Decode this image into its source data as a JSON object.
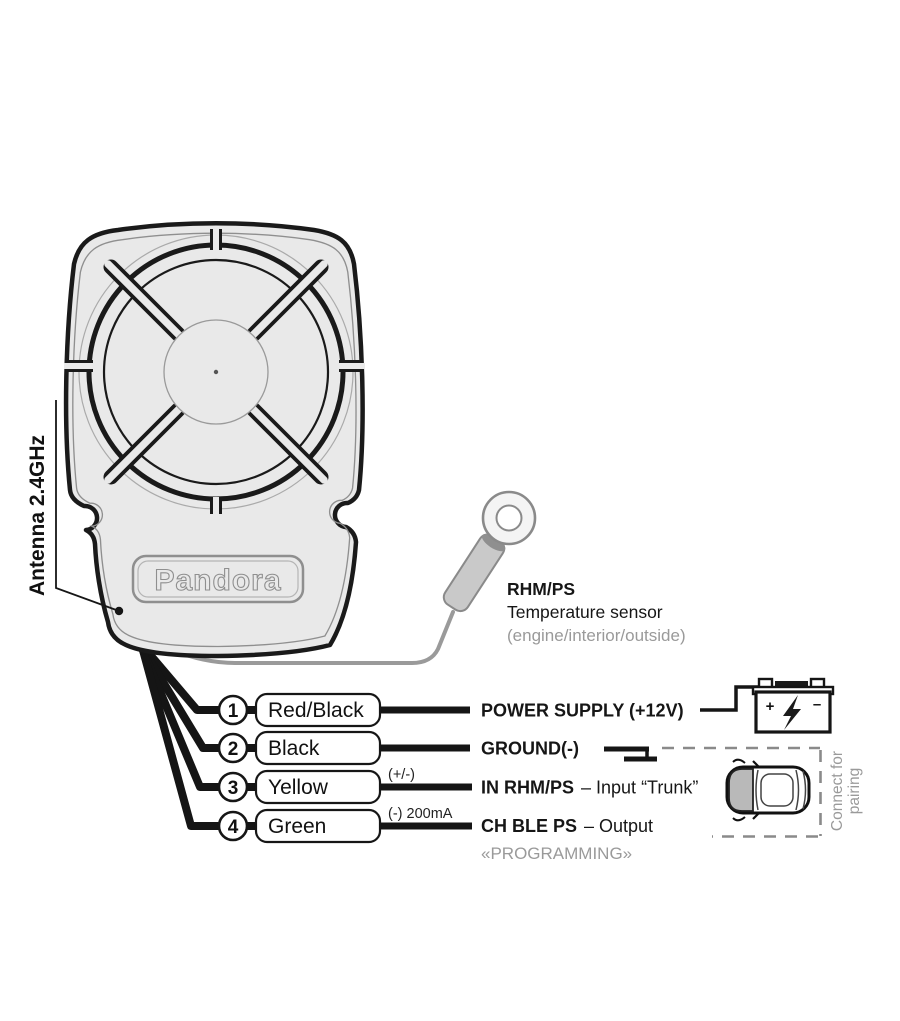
{
  "device": {
    "logo": "Pandora",
    "antenna_label": "Antenna 2.4GHz"
  },
  "sensor": {
    "name": "RHM/PS",
    "type": "Temperature sensor",
    "note": "(engine/interior/outside)"
  },
  "wires": [
    {
      "number": "1",
      "color": "Red/Black",
      "tag": "",
      "label_bold": "POWER SUPPLY (+12V)",
      "label_rest": "",
      "note": ""
    },
    {
      "number": "2",
      "color": "Black",
      "tag": "",
      "label_bold": "GROUND(-)",
      "label_rest": "",
      "note": ""
    },
    {
      "number": "3",
      "color": "Yellow",
      "tag": "(+/-)",
      "label_bold": "IN RHM/PS",
      "label_rest": "– Input “Trunk”",
      "note": ""
    },
    {
      "number": "4",
      "color": "Green",
      "tag": "(-) 200mA",
      "label_bold": "CH BLE PS",
      "label_rest": "– Output",
      "note": "«PROGRAMMING»"
    }
  ],
  "pairing_box": {
    "line1": "Connect for",
    "line2": "pairing"
  },
  "battery": {
    "plus": "+",
    "minus": "–"
  },
  "colors": {
    "ink": "#1a1a1a",
    "device_fill": "#e9e9e9",
    "grey_text": "#9a9a9a",
    "wire_grey": "#999999",
    "dash": "#8a8a8a"
  }
}
